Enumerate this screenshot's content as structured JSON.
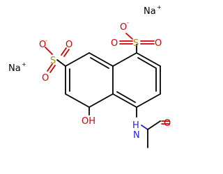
{
  "molecule": {
    "atoms": {
      "na_top": "Na",
      "na_top_charge": "+",
      "na_left": "Na",
      "na_left_charge": "+",
      "o_minus_top": "O",
      "o_minus_top_charge": "-",
      "o_minus_left": "O",
      "o_minus_left_charge": "-",
      "s_right": "S",
      "s_left": "S",
      "o_right_a": "O",
      "o_right_b": "O",
      "o_left_a": "O",
      "o_left_b": "O",
      "hydroxyl": "OH",
      "amide_n": "N",
      "amide_h": "H",
      "carbonyl_o": "O"
    },
    "colors": {
      "bond": "#000000",
      "oxygen": "#d40000",
      "nitrogen": "#2020e0",
      "sulfur": "#b8860b"
    }
  }
}
